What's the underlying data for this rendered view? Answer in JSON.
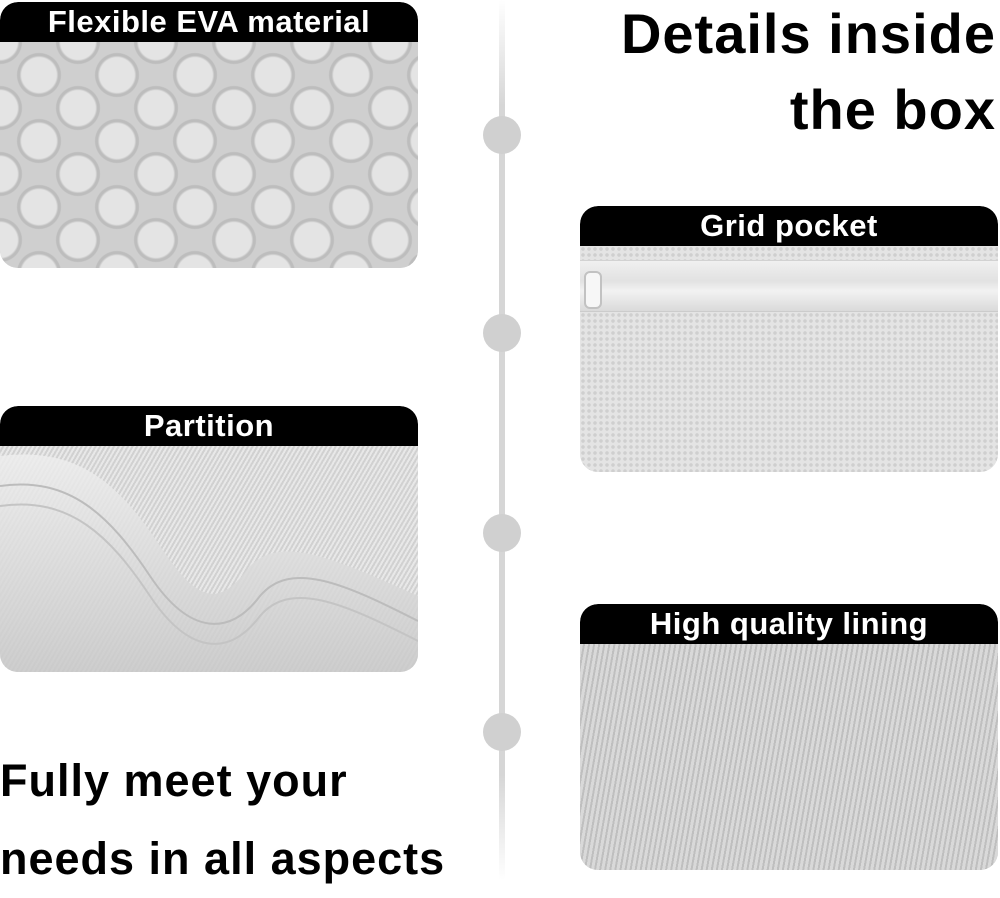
{
  "header": {
    "title_line1": "Details inside",
    "title_line2": "the box"
  },
  "tagline": {
    "line1": "Fully meet your",
    "line2": "needs in all aspects"
  },
  "features": {
    "eva": {
      "label": "Flexible EVA material"
    },
    "grid": {
      "label": "Grid pocket"
    },
    "partition": {
      "label": "Partition"
    },
    "lining": {
      "label": "High quality lining"
    }
  },
  "colors": {
    "label_bg": "#000000",
    "label_text": "#ffffff",
    "timeline": "#d0d0d0",
    "texture": "#d8d8d8"
  }
}
